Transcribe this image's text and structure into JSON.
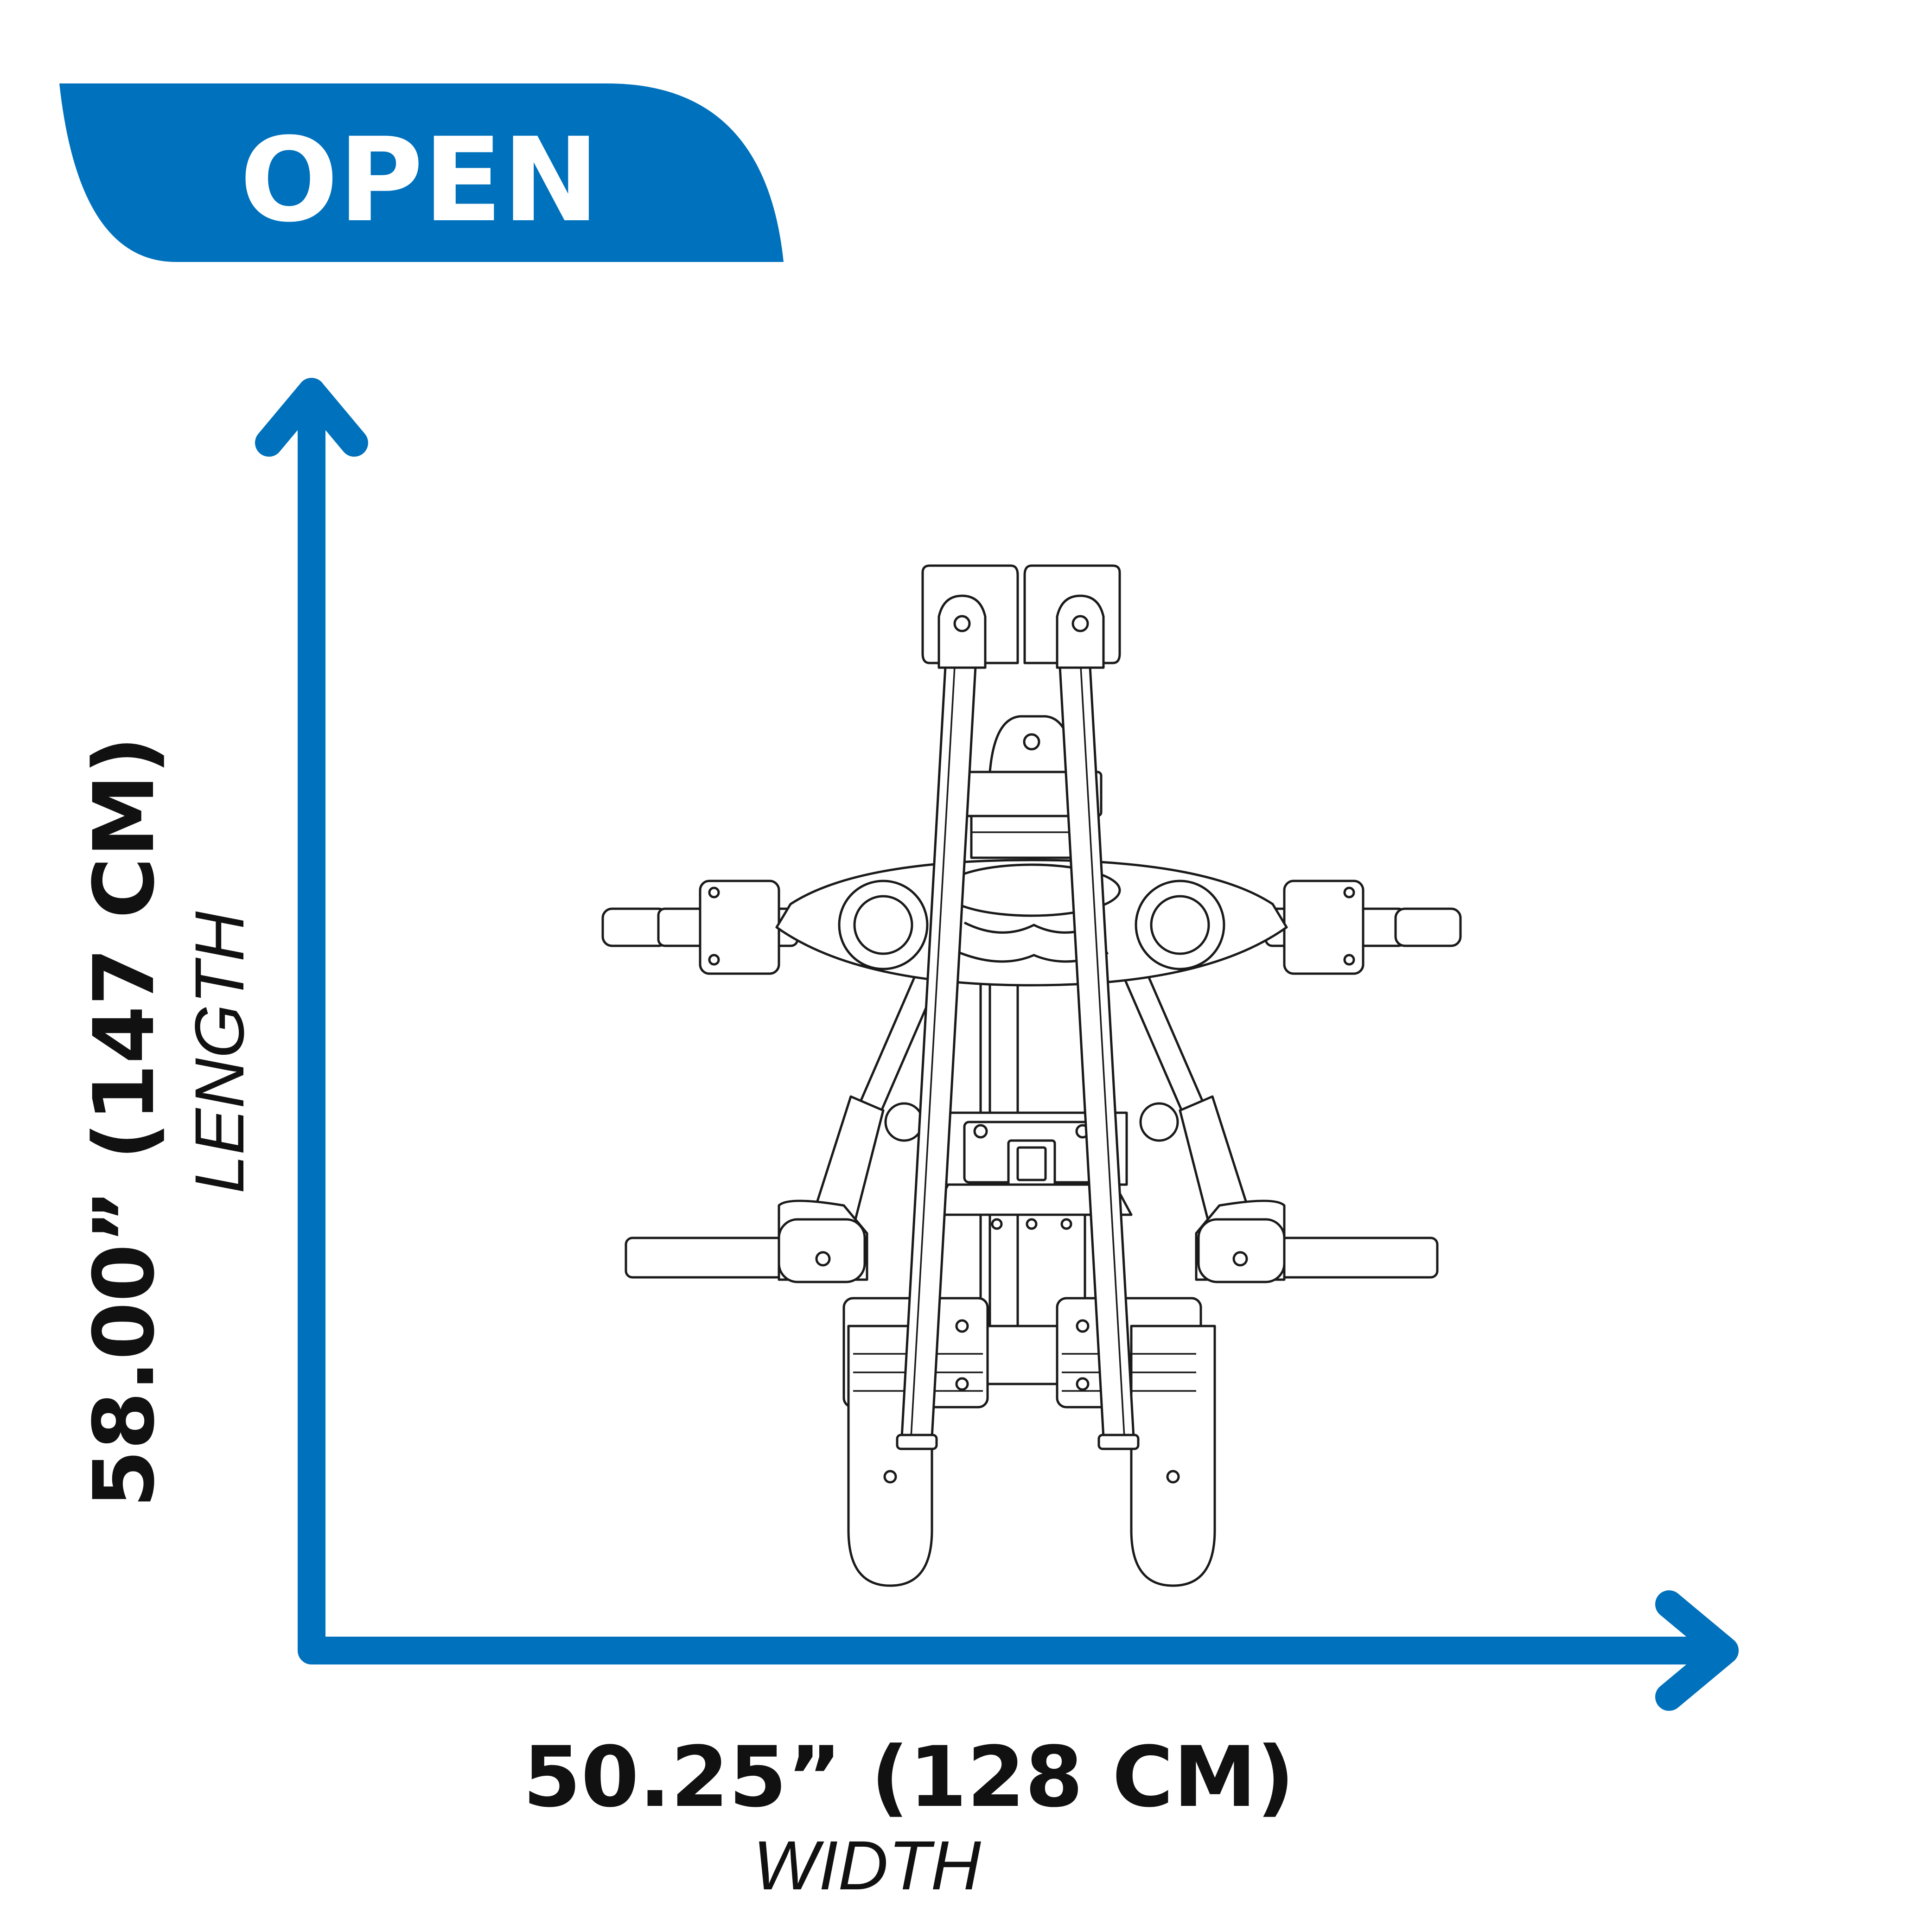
{
  "badge": {
    "label": "OPEN",
    "color": "#0071BC"
  },
  "dimensions": {
    "width_value": "50.25” (128 CM)",
    "width_label": "WIDTH",
    "length_value": "58.00” (147 CM)",
    "length_label": "LENGTH",
    "arrow_color": "#0071BC"
  },
  "illustration": {
    "subject": "rowing machine, top view, open position"
  }
}
